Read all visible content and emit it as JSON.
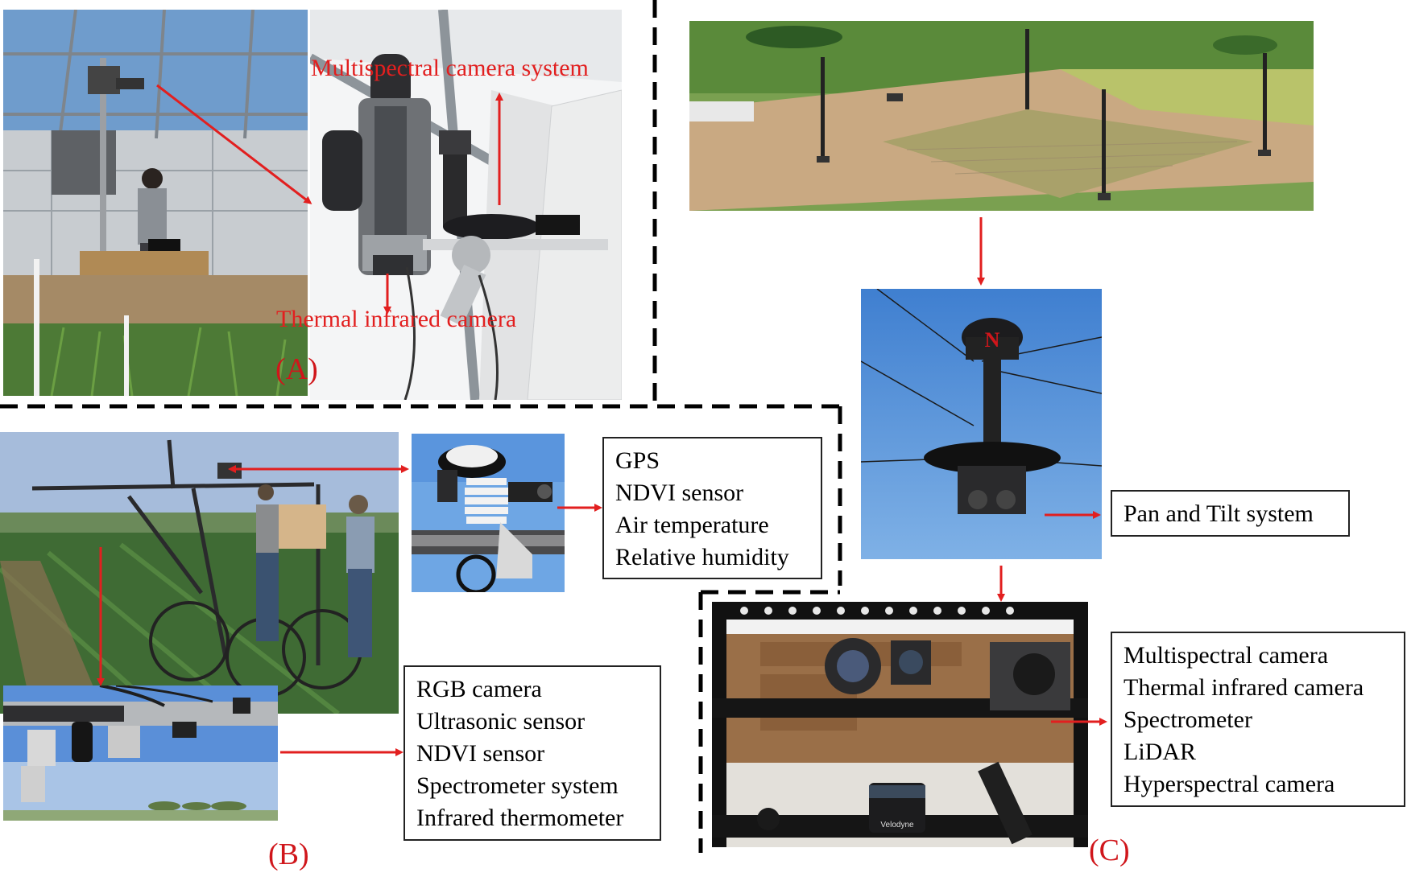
{
  "panel_a": {
    "label": "(A)",
    "callouts": {
      "multispectral": "Multispectral camera system",
      "thermal": "Thermal infrared camera"
    }
  },
  "panel_b": {
    "label": "(B)",
    "weather_sensors": [
      "GPS",
      "NDVI sensor",
      "Air temperature",
      "Relative humidity"
    ],
    "boom_sensors": [
      "RGB camera",
      "Ultrasonic sensor",
      "NDVI sensor",
      "Spectrometer system",
      "Infrared thermometer"
    ]
  },
  "panel_c": {
    "label": "(C)",
    "pan_tilt": "Pan and Tilt system",
    "logo_letter": "N",
    "lidar_brand": "Velodyne",
    "sensor_head": [
      "Multispectral camera",
      "Thermal infrared camera",
      "Spectrometer",
      "LiDAR",
      "Hyperspectral camera"
    ]
  },
  "colors": {
    "arrow": "#e21f1f",
    "label": "#d0161b",
    "divider": "#000000"
  }
}
